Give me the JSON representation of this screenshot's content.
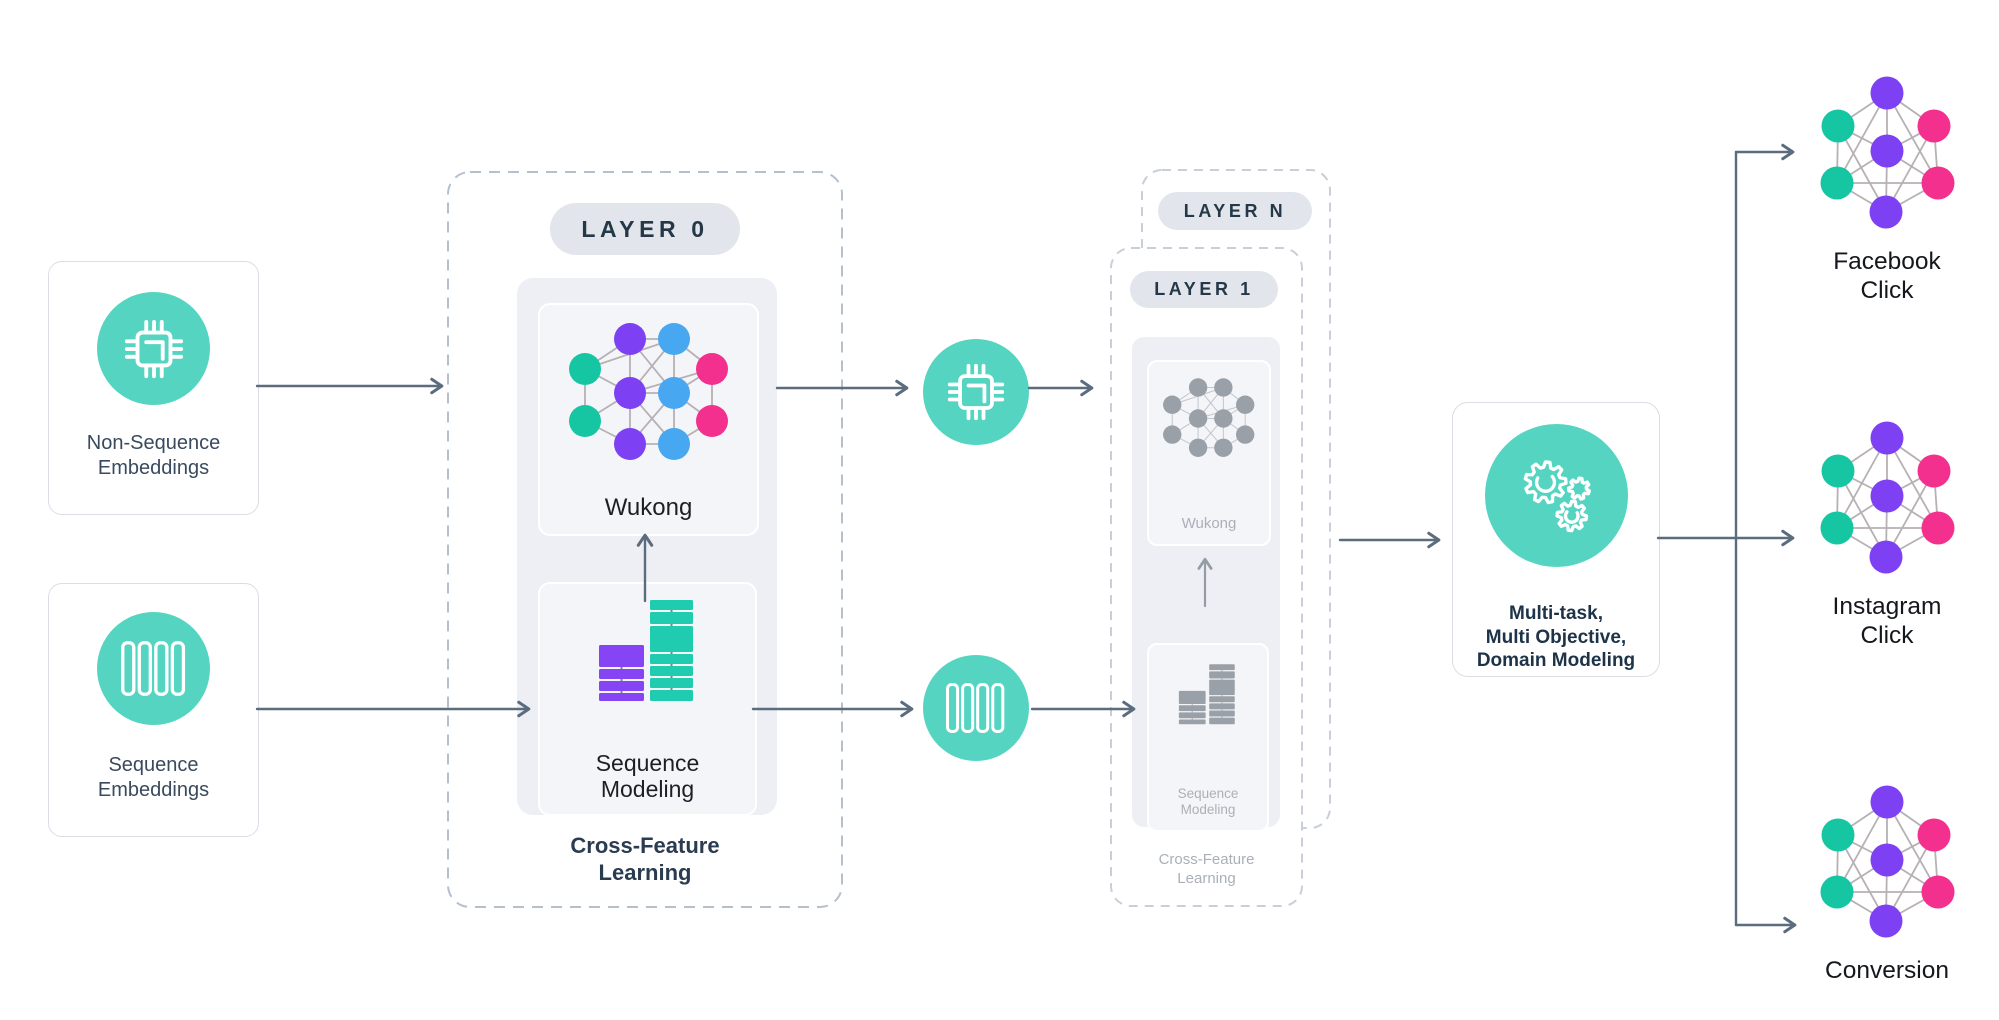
{
  "palette": {
    "teal_circle": "#55d5c1",
    "node_purple": "#7d40f3",
    "node_teal": "#16c6a2",
    "node_pink": "#f3308e",
    "node_blue": "#47a7f1",
    "bar_purple": "#8645f5",
    "bar_teal": "#1fccb0",
    "gray_node": "#9aa0a7",
    "arrow": "#5b6c7f",
    "pill_bg": "#e2e6ec",
    "pill_text": "#243847",
    "panel_bg": "#edeff4"
  },
  "icons": {
    "chip": "chip-icon",
    "bars": "sequence-bars-icon",
    "gears": "gears-icon",
    "network": "neural-network-icon"
  },
  "inputs": {
    "non_sequence": {
      "line1": "Non-Sequence",
      "line2": "Embeddings"
    },
    "sequence": {
      "line1": "Sequence",
      "line2": "Embeddings"
    }
  },
  "layer0": {
    "pill": "LAYER 0",
    "wukong_label": "Wukong",
    "seq_line1": "Sequence",
    "seq_line2": "Modeling",
    "cap_line1": "Cross-Feature",
    "cap_line2": "Learning"
  },
  "layer_n": {
    "pill": "LAYER N"
  },
  "layer1": {
    "pill": "LAYER 1",
    "wukong_label": "Wukong",
    "seq_line1": "Sequence",
    "seq_line2": "Modeling",
    "cap_line1": "Cross-Feature",
    "cap_line2": "Learning"
  },
  "multitask": {
    "line1": "Multi-task,",
    "line2": "Multi Objective,",
    "line3": "Domain Modeling"
  },
  "outputs": [
    {
      "line1": "Facebook",
      "line2": "Click"
    },
    {
      "line1": "Instagram",
      "line2": "Click"
    },
    {
      "line1": "Conversion",
      "line2": ""
    }
  ]
}
